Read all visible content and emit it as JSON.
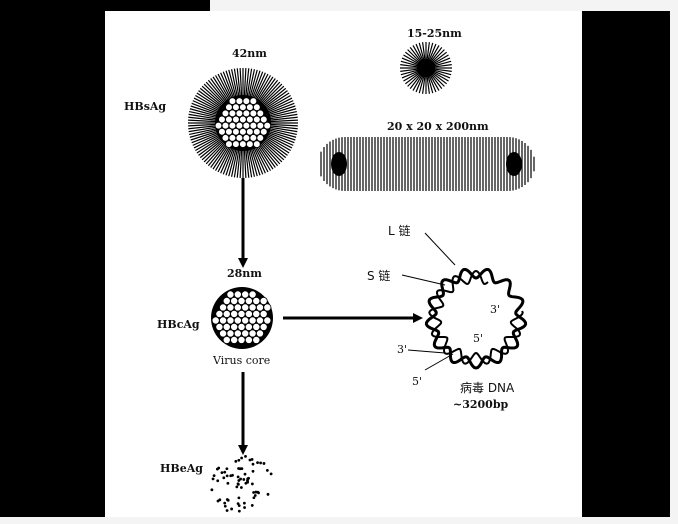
{
  "labels": {
    "hbsag": "HBsAg",
    "size_42": "42nm",
    "size_15_25": "15-25nm",
    "size_filament": "20 x 20 x 200nm",
    "size_28": "28nm",
    "hbcag": "HBcAg",
    "virus_core": "Virus core",
    "hbeag": "HBeAg",
    "l_chain": "L 链",
    "s_chain": "S 链",
    "three_prime_a": "3'",
    "five_prime_a": "5'",
    "three_prime_b": "3'",
    "five_prime_b": "5'",
    "virus_dna": "病毒 DNA",
    "dna_length": "~3200bp"
  }
}
